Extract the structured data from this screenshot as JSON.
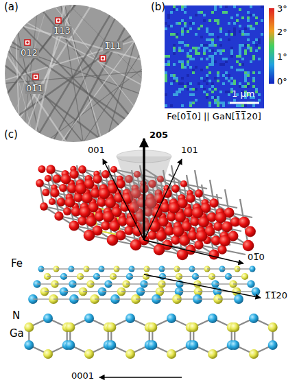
{
  "diagram": {
    "labels": [
      "(a)",
      "1̅13",
      "012",
      "1̅11",
      "01̅1",
      "(b)",
      "3°",
      "2°",
      "1°",
      "0°",
      "1 μm",
      "Fe[01̅0] || GaN[1̅1̅20]",
      "(c)",
      "205",
      "001",
      "101",
      "Fe",
      "01̅0",
      "1̅1̅20",
      "N",
      "Ga",
      "0001"
    ]
  }
}
